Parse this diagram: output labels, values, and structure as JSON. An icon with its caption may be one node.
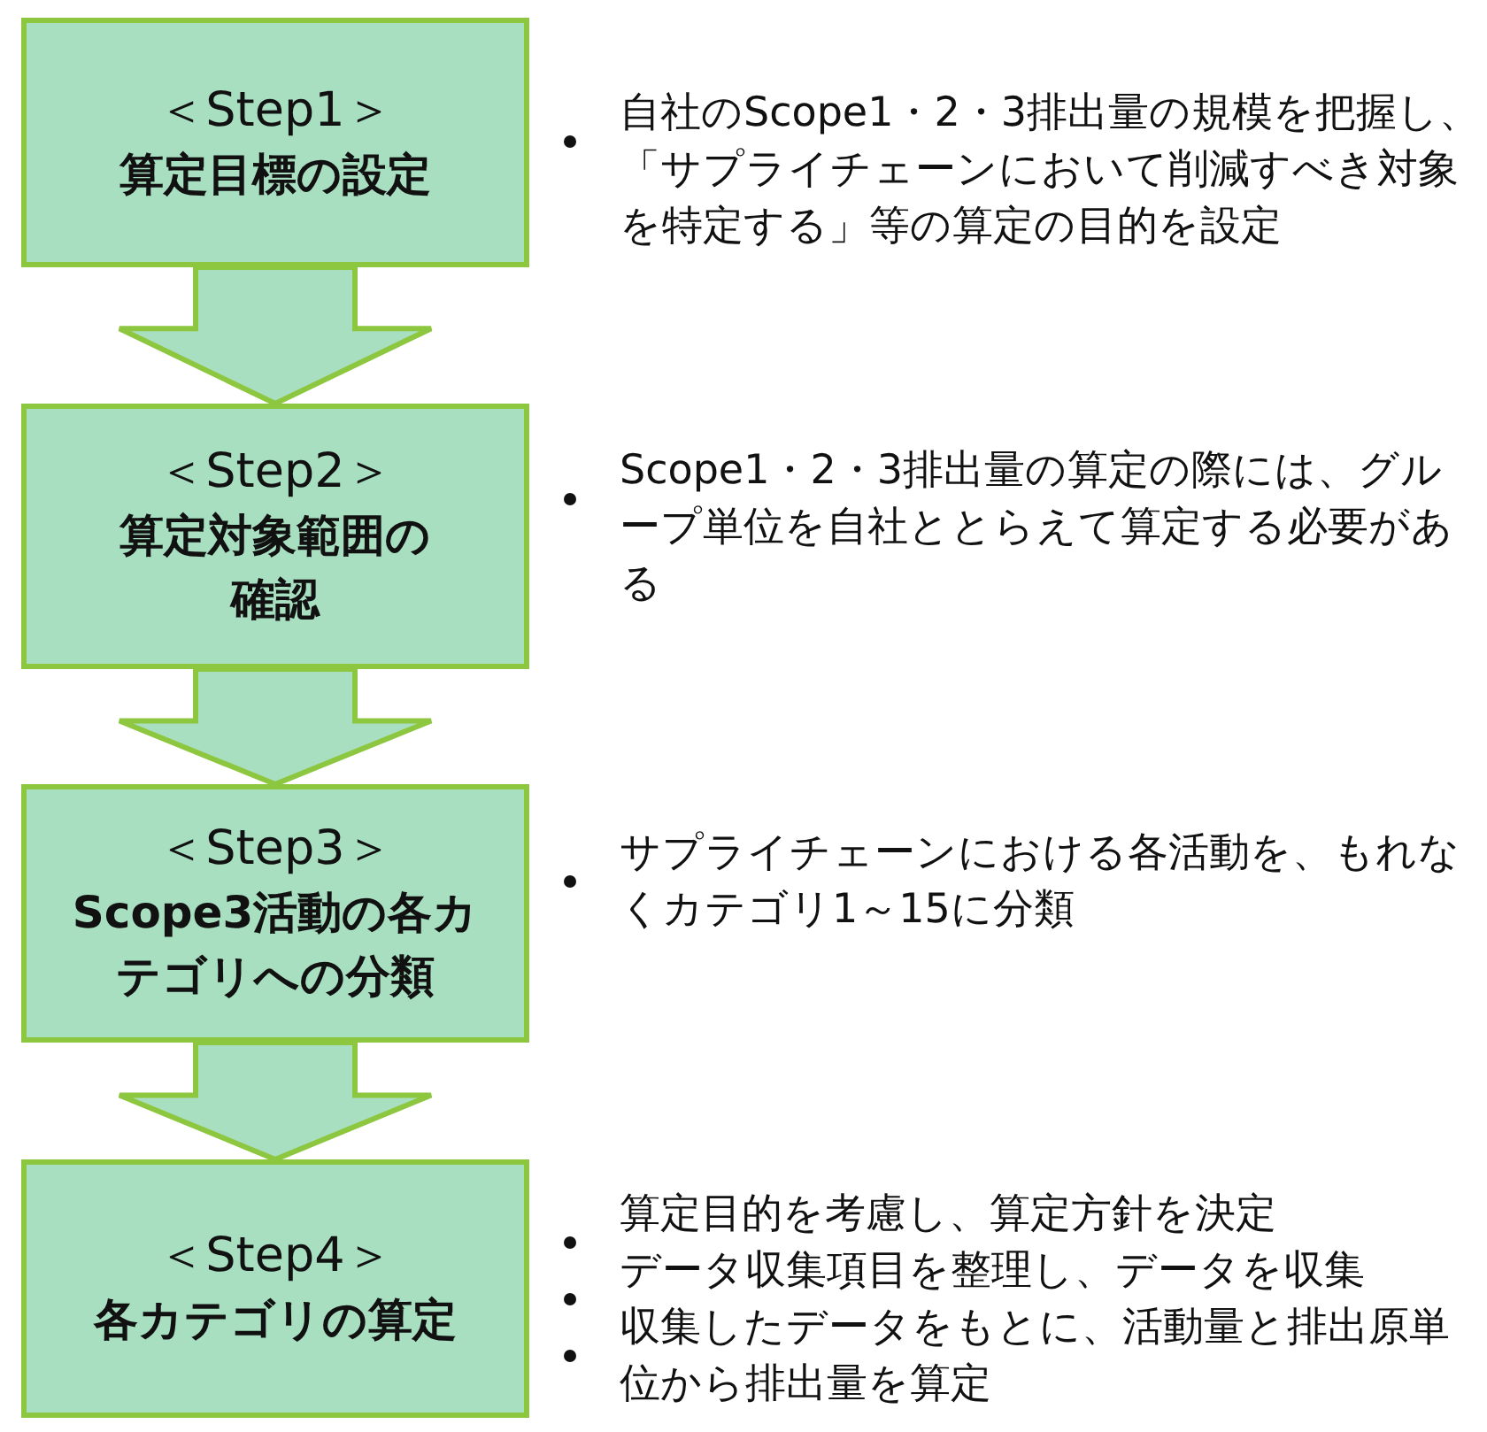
{
  "diagram": {
    "nodes": [
      {
        "text": [
          "＜Step1＞",
          "算定目標の設定"
        ],
        "beside": [
          "自社のScope1・2・3排出量の規模を把握し、「サプライチェーンにおいて削減すべき対象を特定する」等の算定の目的を設定"
        ]
      },
      {
        "text": [
          "＜Step2＞",
          "算定対象範囲の確認"
        ],
        "beside": [
          "Scope1・2・3排出量の算定の際には、グループ単位を自社ととらえて算定する必要がある"
        ]
      },
      {
        "text": [
          "＜Step3＞",
          "Scope3活動の各カテゴリへの分類"
        ],
        "beside": [
          "サプライチェーンにおける各活動を、もれなくカテゴリ1～15に分類"
        ]
      },
      {
        "text": [
          "＜Step4＞",
          "各カテゴリの算定"
        ],
        "beside": [
          "算定目的を考慮し、算定方針を決定",
          "データ収集項目を整理し、データを収集",
          "収集したデータをもとに、活動量と排出原単位から排出量を算定"
        ]
      }
    ],
    "edges": [
      {
        "from": 0,
        "to": 1,
        "arrow": "to"
      },
      {
        "from": 1,
        "to": 2,
        "arrow": "to"
      },
      {
        "from": 2,
        "to": 3,
        "arrow": "to"
      }
    ]
  }
}
